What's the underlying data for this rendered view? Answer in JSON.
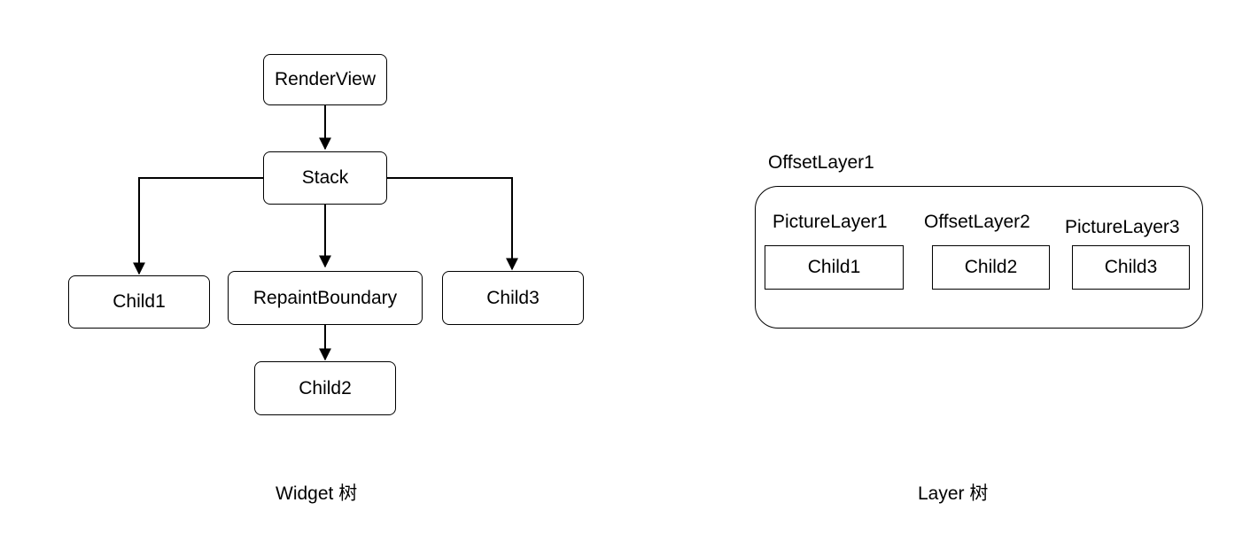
{
  "widget_tree": {
    "caption": "Widget 树",
    "nodes": {
      "render_view": "RenderView",
      "stack": "Stack",
      "child1": "Child1",
      "repaint_boundary": "RepaintBoundary",
      "child2": "Child2",
      "child3": "Child3"
    }
  },
  "layer_tree": {
    "caption": "Layer 树",
    "root_layer": "OffsetLayer1",
    "layers": [
      {
        "layer": "PictureLayer1",
        "child": "Child1"
      },
      {
        "layer": "OffsetLayer2",
        "child": "Child2"
      },
      {
        "layer": "PictureLayer3",
        "child": "Child3"
      }
    ]
  }
}
